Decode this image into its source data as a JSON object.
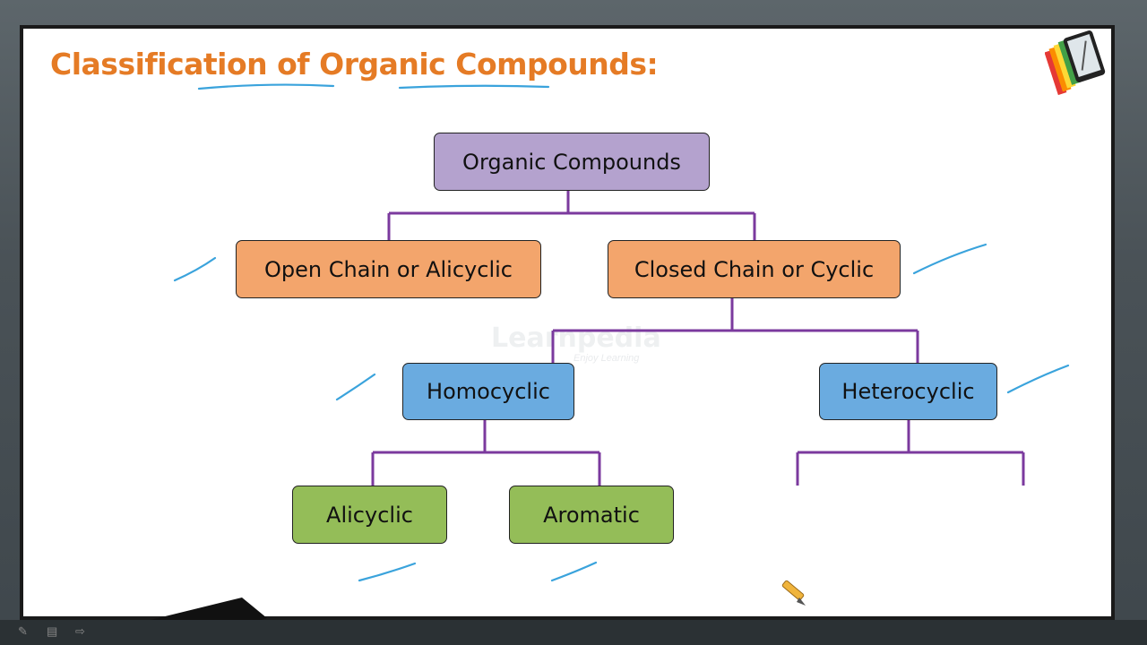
{
  "slide": {
    "title": "Classification of Organic Compounds:"
  },
  "tree": {
    "root": "Organic Compounds",
    "open_chain": "Open Chain or Alicyclic",
    "closed_chain": "Closed Chain or Cyclic",
    "homocyclic": "Homocyclic",
    "heterocyclic": "Heterocyclic",
    "alicyclic": "Alicyclic",
    "aromatic": "Aromatic"
  },
  "watermark": {
    "name": "Learnpedia",
    "tagline": "Enjoy Learning"
  },
  "colors": {
    "title": "#e57b25",
    "root_box": "#b4a2ce",
    "level1_box": "#f3a56c",
    "level2_box": "#6aabe0",
    "level3_box": "#94bd58",
    "connector": "#7b3a9e",
    "annotation_ink": "#3aa3dc"
  }
}
